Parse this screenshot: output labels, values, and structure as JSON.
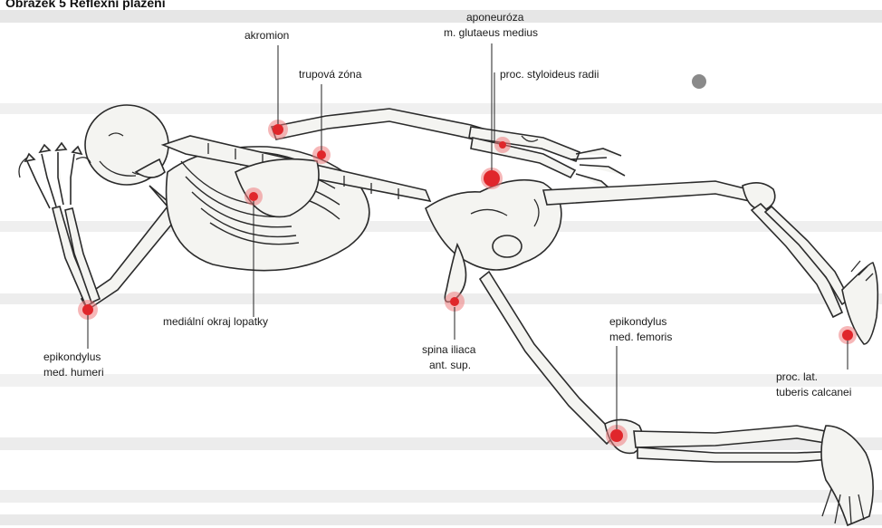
{
  "title": "Obrázek 5 Reflexní plazení",
  "labels": {
    "akromion": "akromion",
    "aponeuroza_1": "aponeuróza",
    "aponeuroza_2": "m. glutaeus medius",
    "trupova_zona": "trupová zóna",
    "proc_styloideus": "proc. styloideus radii",
    "medialni_okraj": "mediální okraj lopatky",
    "epikondylus_humeri_1": "epikondylus",
    "epikondylus_humeri_2": "med. humeri",
    "spina_iliaca_1": "spina iliaca",
    "spina_iliaca_2": "ant. sup.",
    "epikondylus_femoris_1": "epikondylus",
    "epikondylus_femoris_2": "med. femoris",
    "proc_lat_1": "proc. lat.",
    "proc_lat_2": "tuberis calcanei"
  },
  "colors": {
    "point": "#e0262b",
    "background_text": "#a7a7a7"
  }
}
